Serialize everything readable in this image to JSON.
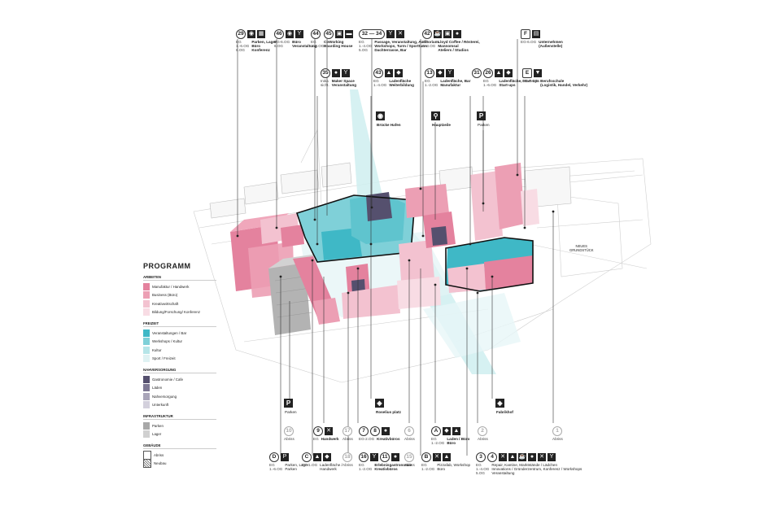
{
  "legend": {
    "title": "PROGRAMM",
    "sections": [
      {
        "label": "ARBEITEN",
        "items": [
          {
            "label": "Manufaktur / Handwerk",
            "color": "#e4829e"
          },
          {
            "label": "Business (Büro)",
            "color": "#ec9fb4"
          },
          {
            "label": "Kreativwirtschaft",
            "color": "#f3c2d0"
          },
          {
            "label": "Bildung/Forschung/ Konferenz",
            "color": "#f8dce4"
          }
        ]
      },
      {
        "label": "FREIZEIT",
        "items": [
          {
            "label": "Veranstaltungen / Bar",
            "color": "#3fb8c6"
          },
          {
            "label": "Werkshops / Kultur",
            "color": "#7fd0d8"
          },
          {
            "label": "Kultur",
            "color": "#b6e5e8"
          },
          {
            "label": "Sport / Freizeit",
            "color": "#dff2f3"
          }
        ]
      },
      {
        "label": "NAHVERSORGUNG",
        "items": [
          {
            "label": "Gastronomie / Cafe",
            "color": "#55506e"
          },
          {
            "label": "Läden",
            "color": "#7d7893"
          },
          {
            "label": "Nahversorgung",
            "color": "#a9a5b9"
          },
          {
            "label": "Unterkunft",
            "color": "#d3d0dc"
          }
        ]
      },
      {
        "label": "INFRASTRUKTUR",
        "items": [
          {
            "label": "Parken",
            "color": "#a8a8a8"
          },
          {
            "label": "Lager",
            "color": "#d0d0d0"
          }
        ]
      },
      {
        "label": "GEBÄUDE",
        "items": [
          {
            "label": "Abriss",
            "color": "#ffffff"
          },
          {
            "label": "Neubau",
            "color": "#ffffff"
          }
        ]
      }
    ]
  },
  "top_tags": [
    {
      "num": "29",
      "icons": [
        "speech-bubble-icon",
        "warehouse-icon"
      ],
      "left": "EG\n1.-6.OG\n6.OG",
      "right": "Parken, Lager\nBüro\nKonferenz"
    },
    {
      "num": "46",
      "icons": [
        "speech-bubble-icon",
        "cocktail-icon"
      ],
      "left": "EG-6.OG\n6.OG",
      "right": "Büro\nVeranstaltung"
    },
    {
      "num": "44",
      "icons": [
        "building-icon"
      ],
      "left": "EG\n1.-4.OG",
      "right": ""
    },
    {
      "num": "45",
      "icons": [
        "camera-icon",
        "bed-icon"
      ],
      "left": "",
      "right": "CoWorking\nBoarding House"
    },
    {
      "num": "32 — 34",
      "icons": [
        "cocktail-icon",
        "tools-icon"
      ],
      "left": "EG\n1.-4.OG\n5.OG",
      "right": "Passage, Veranstaltung, Auditorium\nWorkshops, Turm / Sportturm\nDachterrasse, Bar"
    },
    {
      "num": "42",
      "icons": [
        "coffee-icon",
        "camera-icon",
        "bulb-icon"
      ],
      "left": "EG\n1.-3.OG",
      "right": "Lloyd Coffee / Rösterei,\nMannomsal\nAteliers / Studios"
    },
    {
      "num": "F",
      "icons": [
        "document-icon"
      ],
      "left": "EG-6.OG",
      "right": "Unternehmen\n(Außenstelle)"
    }
  ],
  "second_tags": [
    {
      "num": "35",
      "icons": [
        "bulb-icon",
        "cocktail-icon"
      ],
      "left": "Initia\nsicht.",
      "right": "Maker Space\nVeranstaltung"
    },
    {
      "num": "43",
      "icons": [
        "lock-icon",
        "shop-icon"
      ],
      "left": "EG\n1.-4.OG",
      "right": "Ladenfläche\nWeiterbildung"
    },
    {
      "num": "13",
      "icons": [
        "shop-icon",
        "cocktail-icon"
      ],
      "left": "EG\n1.-2.OG",
      "right": "Ladenfläche, Bar\nManufaktur"
    },
    {
      "num": "31",
      "icons": [
        "lock-icon",
        "shop-icon"
      ],
      "left": "",
      "right": ""
    },
    {
      "num": "26",
      "icons": [
        "lock-icon",
        "shop-icon"
      ],
      "left": "EG\n1.-6.OG",
      "right": "Ladenfläche, Start-ups\nStart-ups"
    },
    {
      "num": "E",
      "icons": [
        "graduation-icon"
      ],
      "left": "EG-5.OG",
      "right": "Berufsschule\n(Logistik, Handel, Verkehr)"
    }
  ],
  "mid_labels": [
    {
      "icon": "eye",
      "label": "Brücke Hafen"
    },
    {
      "icon": "walk",
      "label": "Hauptzeile"
    },
    {
      "icon": "P",
      "label": "Parken"
    }
  ],
  "area_label": "NEUES\nGRUNDSTÜCK",
  "low_badges": [
    {
      "icon": "P",
      "label": "Parken"
    },
    {
      "icon": "pin",
      "label": "Roselius platz"
    },
    {
      "icon": "pin",
      "label": "Fabrikhof"
    }
  ],
  "bottom_row1": [
    {
      "num": "10",
      "grey": true,
      "left": "Abriss",
      "right": ""
    },
    {
      "num": "9",
      "grey": false,
      "icons": [
        "tools-icon"
      ],
      "left": "EG",
      "right": "Handwerk"
    },
    {
      "num": "17",
      "grey": true,
      "left": "Abriss",
      "right": ""
    },
    {
      "num": "7",
      "grey": false,
      "num2": "8",
      "icons": [
        "bulb-icon"
      ],
      "left": "EG-2.OG",
      "right": "Kreativbüros"
    },
    {
      "num": "6",
      "grey": true,
      "left": "Abriss",
      "right": ""
    },
    {
      "num": "A",
      "grey": false,
      "icons": [
        "shop-icon",
        "lock-icon"
      ],
      "left": "EG\n1.-2.OG",
      "right": "Laden / Büro\nBüro"
    },
    {
      "num": "2",
      "grey": true,
      "left": "Abriss",
      "right": ""
    },
    {
      "num": "1",
      "grey": true,
      "left": "Abriss",
      "right": ""
    }
  ],
  "bottom_row2": [
    {
      "num": "D",
      "icons": [
        "parking-icon"
      ],
      "left": "EG\n1.-6.OG",
      "right": "Parken, Lager\nParken"
    },
    {
      "num": "C",
      "icons": [
        "lock-icon",
        "shop-icon"
      ],
      "left": "EG-1.OG",
      "right": "Ladenfläche /\nHandwerk"
    },
    {
      "num": "18",
      "grey": true,
      "left": "Abriss",
      "right": ""
    },
    {
      "num": "16",
      "num2": "11",
      "icons": [
        "cocktail-icon",
        "bulb-icon"
      ],
      "left": "EG\n1.-2.OG",
      "right": "Erlebnisgastronomie\nKreativbüros"
    },
    {
      "num": "15",
      "grey": true,
      "left": "Abriss",
      "right": ""
    },
    {
      "num": "B",
      "icons": [
        "tools-icon",
        "lock-icon"
      ],
      "left": "EG\n1.-2.OG",
      "right": "Pizzafab, Workshop\nBüro"
    },
    {
      "num": "3",
      "num2": "4",
      "icons": [
        "tools-icon",
        "lock-icon",
        "coffee-icon",
        "bulb-icon",
        "tools-icon",
        "cocktail-icon"
      ],
      "left": "EG\n1.-4.OG\n5.OG",
      "right": "Repair, Kantine, Marktstände / Lädchen\nInnovations / Gründerzentrum, Konferenz / Workshops\nVeranstaltung"
    }
  ]
}
